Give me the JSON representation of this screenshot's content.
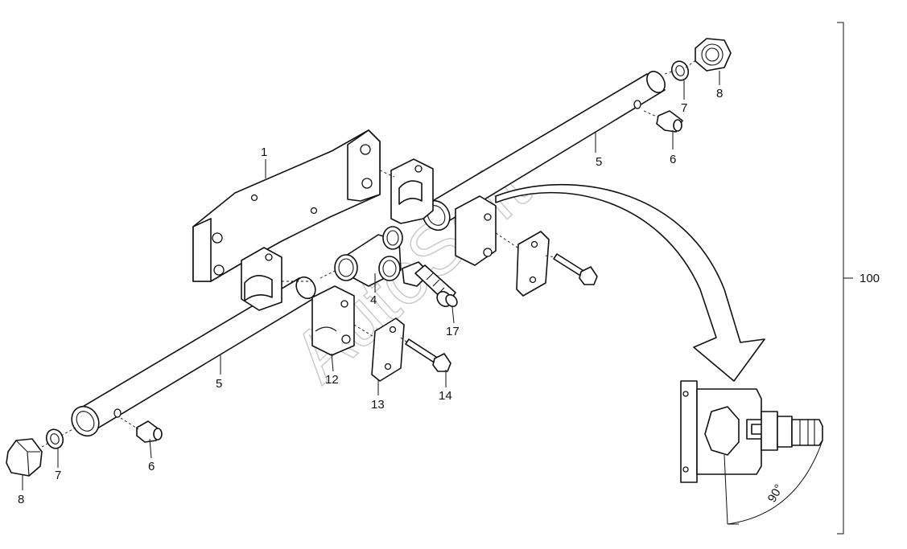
{
  "watermark": "AutoSoft",
  "callouts": {
    "c1": "1",
    "c4": "4",
    "c5_upper": "5",
    "c5_lower": "5",
    "c6_upper": "6",
    "c6_lower": "6",
    "c7_upper": "7",
    "c7_lower": "7",
    "c8_upper": "8",
    "c8_lower": "8",
    "c12": "12",
    "c13": "13",
    "c14": "14",
    "c17": "17",
    "c100": "100"
  },
  "detail_view": {
    "angle_label": "90°"
  }
}
